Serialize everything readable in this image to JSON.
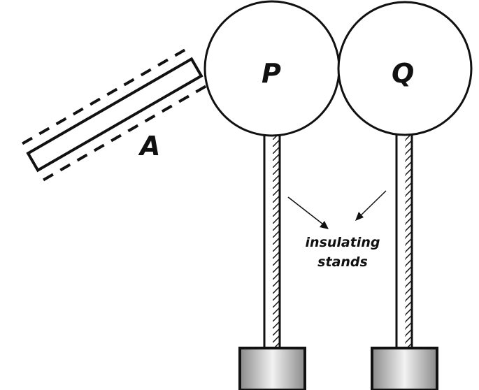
{
  "labels": {
    "rod": "A",
    "sphere_left": "P",
    "sphere_right": "Q",
    "stands_line1": "insulating",
    "stands_line2": "stands"
  },
  "colors": {
    "stroke": "#111111",
    "base_fill_light": "#f2f2f2",
    "base_fill_dark": "#8a8a8a",
    "background": "#ffffff"
  }
}
